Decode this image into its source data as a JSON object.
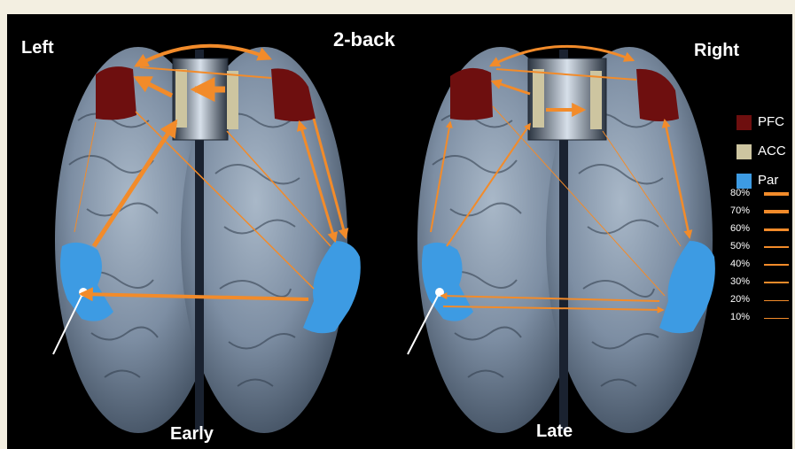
{
  "figure": {
    "title": "2-back",
    "hemisphere_left": "Left",
    "hemisphere_right": "Right",
    "panel_left": "Early",
    "panel_right": "Late"
  },
  "legend": {
    "regions": [
      {
        "label": "PFC",
        "color": "#6e0f0f"
      },
      {
        "label": "ACC",
        "color": "#cdc5a0"
      },
      {
        "label": "Par",
        "color": "#3d9be3"
      }
    ],
    "scale": [
      {
        "label": "80%",
        "value": 80
      },
      {
        "label": "70%",
        "value": 70
      },
      {
        "label": "60%",
        "value": 60
      },
      {
        "label": "50%",
        "value": 50
      },
      {
        "label": "40%",
        "value": 40
      },
      {
        "label": "30%",
        "value": 30
      },
      {
        "label": "20%",
        "value": 20
      },
      {
        "label": "10%",
        "value": 10
      }
    ],
    "arrow_color": "#f28b2a"
  }
}
